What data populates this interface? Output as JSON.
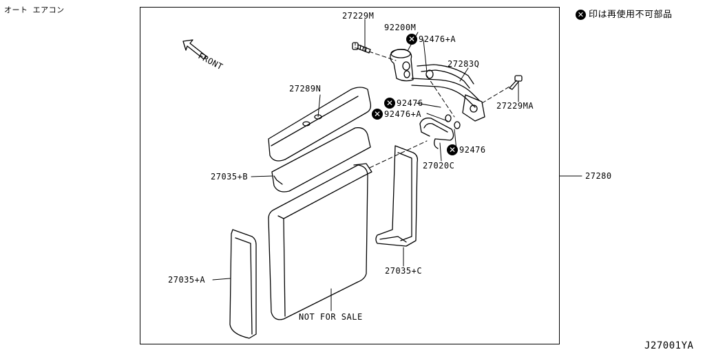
{
  "header": {
    "title": "オート エアコン"
  },
  "legend": {
    "icon": "x-circle-icon",
    "text": "印は再使用不可部品"
  },
  "diagram": {
    "id": "J27001YA",
    "front_label": "FRONT",
    "not_for_sale": "NOT FOR SALE",
    "parts": {
      "p27229M": "27229M",
      "p92200M": "92200M",
      "p92476A_top": "92476+A",
      "p27283Q": "27283Q",
      "p27229MA": "27229MA",
      "p27289N": "27289N",
      "p92476_mid": "92476",
      "p92476A_mid": "92476+A",
      "p92476_low": "92476",
      "p27020C": "27020C",
      "p27280": "27280",
      "p27035B": "27035+B",
      "p27035A": "27035+A",
      "p27035C": "27035+C"
    }
  }
}
